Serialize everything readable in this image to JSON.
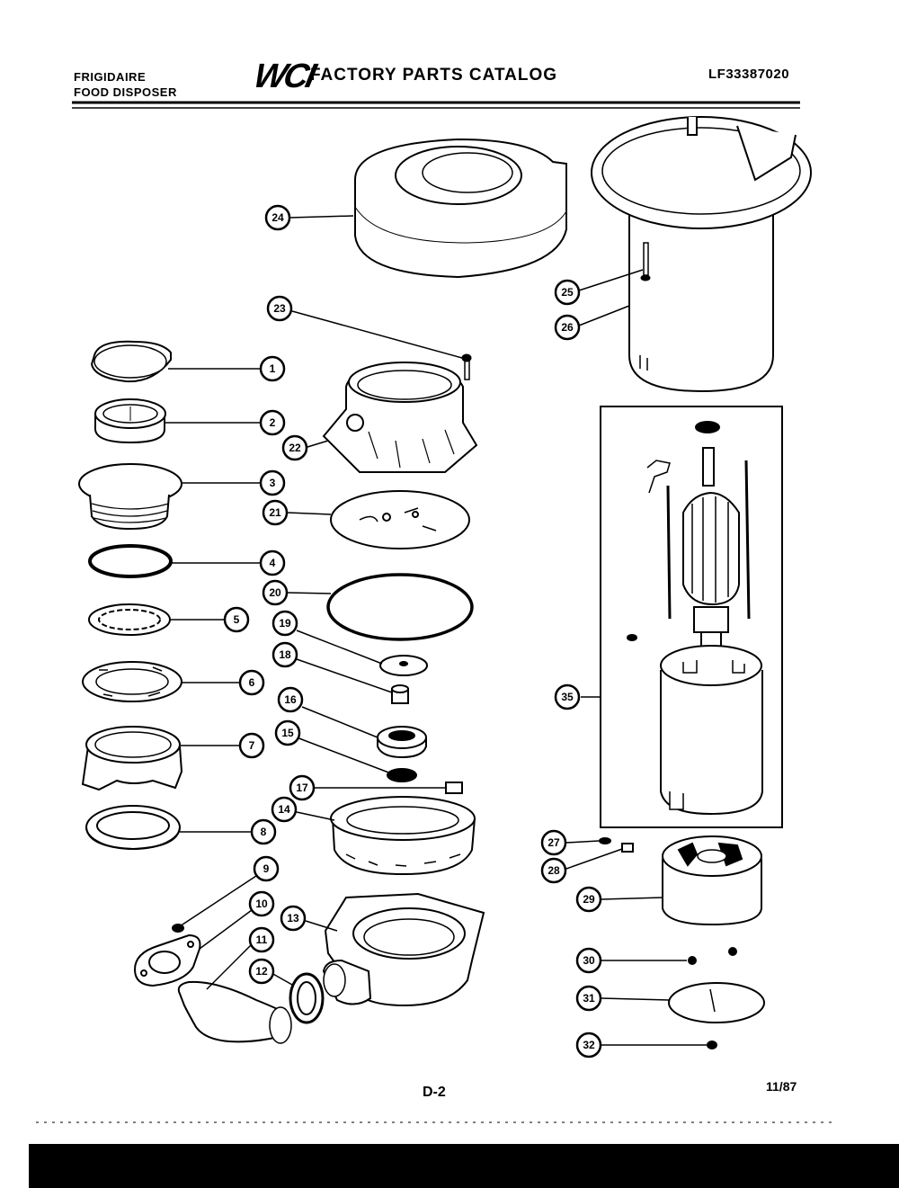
{
  "header": {
    "brand_line1": "FRIGIDAIRE",
    "brand_line2": "FOOD DISPOSER",
    "logo": "WCI",
    "catalog_title": "FACTORY PARTS CATALOG",
    "model_number": "LF33387020"
  },
  "footer": {
    "page": "D-2",
    "date": "11/87"
  },
  "callouts": {
    "c1": "1",
    "c2": "2",
    "c3": "3",
    "c4": "4",
    "c5": "5",
    "c6": "6",
    "c7": "7",
    "c8": "8",
    "c9": "9",
    "c10": "10",
    "c11": "11",
    "c12": "12",
    "c13": "13",
    "c14": "14",
    "c15": "15",
    "c16": "16",
    "c17": "17",
    "c18": "18",
    "c19": "19",
    "c20": "20",
    "c21": "21",
    "c22": "22",
    "c23": "23",
    "c24": "24",
    "c25": "25",
    "c26": "26",
    "c27": "27",
    "c28": "28",
    "c29": "29",
    "c30": "30",
    "c31": "31",
    "c32": "32",
    "c35": "35"
  }
}
